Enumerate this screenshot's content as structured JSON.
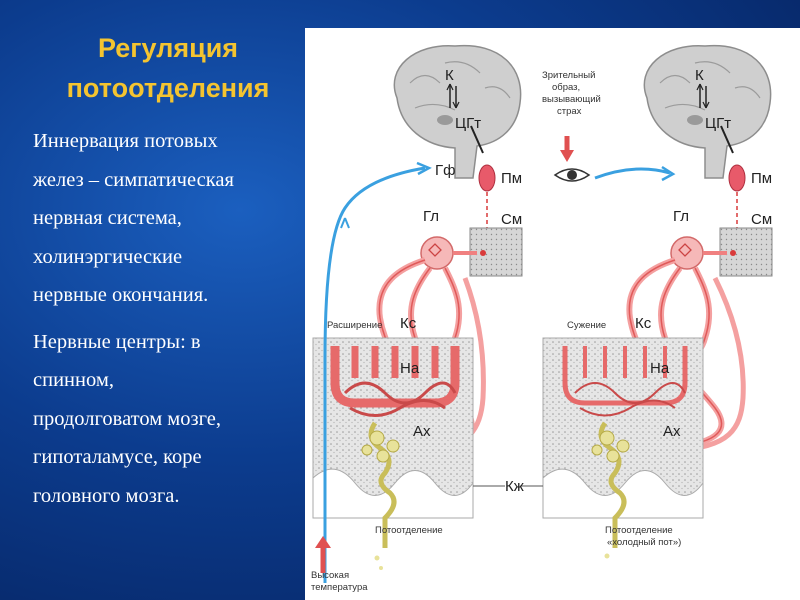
{
  "slide": {
    "title_line1": "Регуляция",
    "title_line2": "потоотделения",
    "para1_lines": [
      "Иннервация потовых",
      "желез – симпатическая",
      "нервная система,",
      "холинэргические",
      "нервные окончания."
    ],
    "para2_lines": [
      "Нервные центры: в",
      "спинном,",
      "продолговатом мозге,",
      "гипоталамусе, коре",
      "головного мозга."
    ]
  },
  "diagram": {
    "labels": {
      "k": "К",
      "cgt": "ЦГт",
      "gf": "Гф",
      "pm": "Пм",
      "gl": "Гл",
      "sm": "См",
      "ks": "Кс",
      "na": "На",
      "ah": "Ах",
      "kzh": "Кж"
    },
    "left": {
      "vessel_state": "Расширение",
      "outcome": "Потоотделение",
      "stimulus_line1": "Высокая",
      "stimulus_line2": "температура"
    },
    "right": {
      "vessel_state": "Сужение",
      "outcome_line1": "Потоотделение",
      "outcome_line2": "«холодный пот»)",
      "stimulus_line1": "Зрительный",
      "stimulus_line2": "образ,",
      "stimulus_line3": "вызывающий",
      "stimulus_line4": "страх"
    },
    "colors": {
      "title": "#f4c430",
      "nerve_blue": "#3aa0e0",
      "nerve_pink": "#f08080",
      "nerve_red": "#d93a3a",
      "skin_gray": "#d8d8d8",
      "gland_yellow": "#e8e29a"
    }
  }
}
